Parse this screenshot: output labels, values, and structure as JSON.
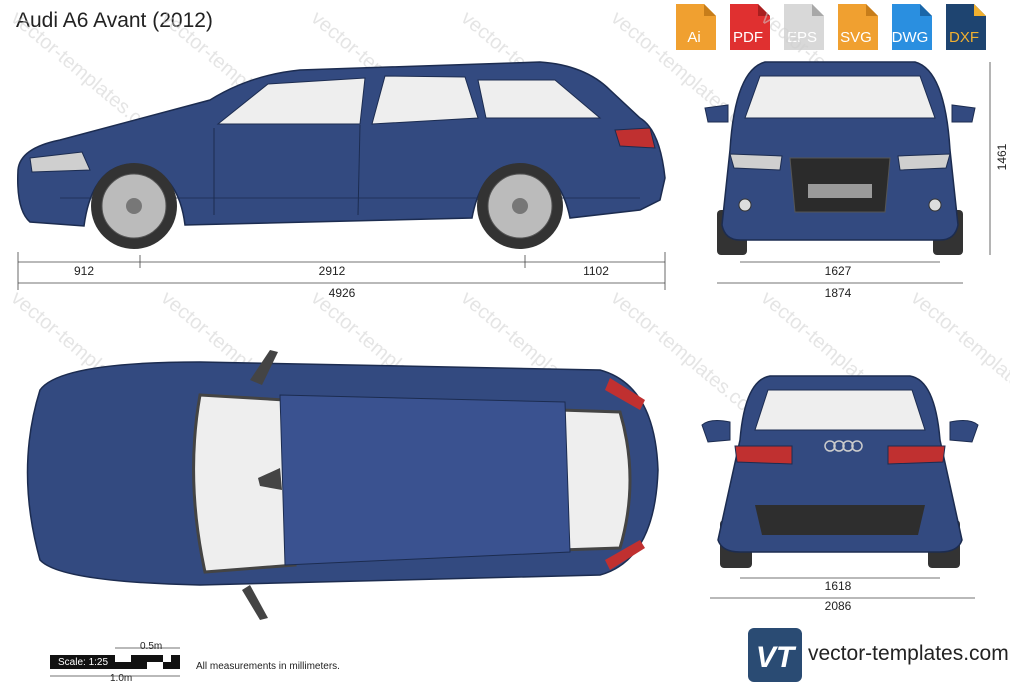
{
  "title": "Audi A6 Avant (2012)",
  "formats": [
    {
      "label": "Ai",
      "color": "#f0a030",
      "icon": "ai-file-icon"
    },
    {
      "label": "PDF",
      "color": "#e03030",
      "icon": "pdf-file-icon"
    },
    {
      "label": "EPS",
      "color": "#d8d8d8",
      "icon": "eps-file-icon"
    },
    {
      "label": "SVG",
      "color": "#f0a030",
      "icon": "svg-file-icon"
    },
    {
      "label": "DWG",
      "color": "#2a8fe0",
      "icon": "dwg-file-icon"
    },
    {
      "label": "DXF",
      "color": "#f0b030",
      "icon": "dxf-file-icon"
    }
  ],
  "dimensions": {
    "front_overhang": "912",
    "wheelbase": "2912",
    "rear_overhang": "1102",
    "overall_length": "4926",
    "front_track": "1627",
    "front_width": "1874",
    "height": "1461",
    "rear_track": "1618",
    "rear_width": "2086"
  },
  "watermark": "vector-templates.com",
  "scale": {
    "label": "Scale: 1:25",
    "half": "0.5m",
    "full": "1.0m"
  },
  "note": "All measurements in millimeters.",
  "brand": "vector-templates.com",
  "colors": {
    "body": "#334a80",
    "glass": "#eeeeee",
    "tyre": "#333333",
    "light": "#c03030"
  }
}
